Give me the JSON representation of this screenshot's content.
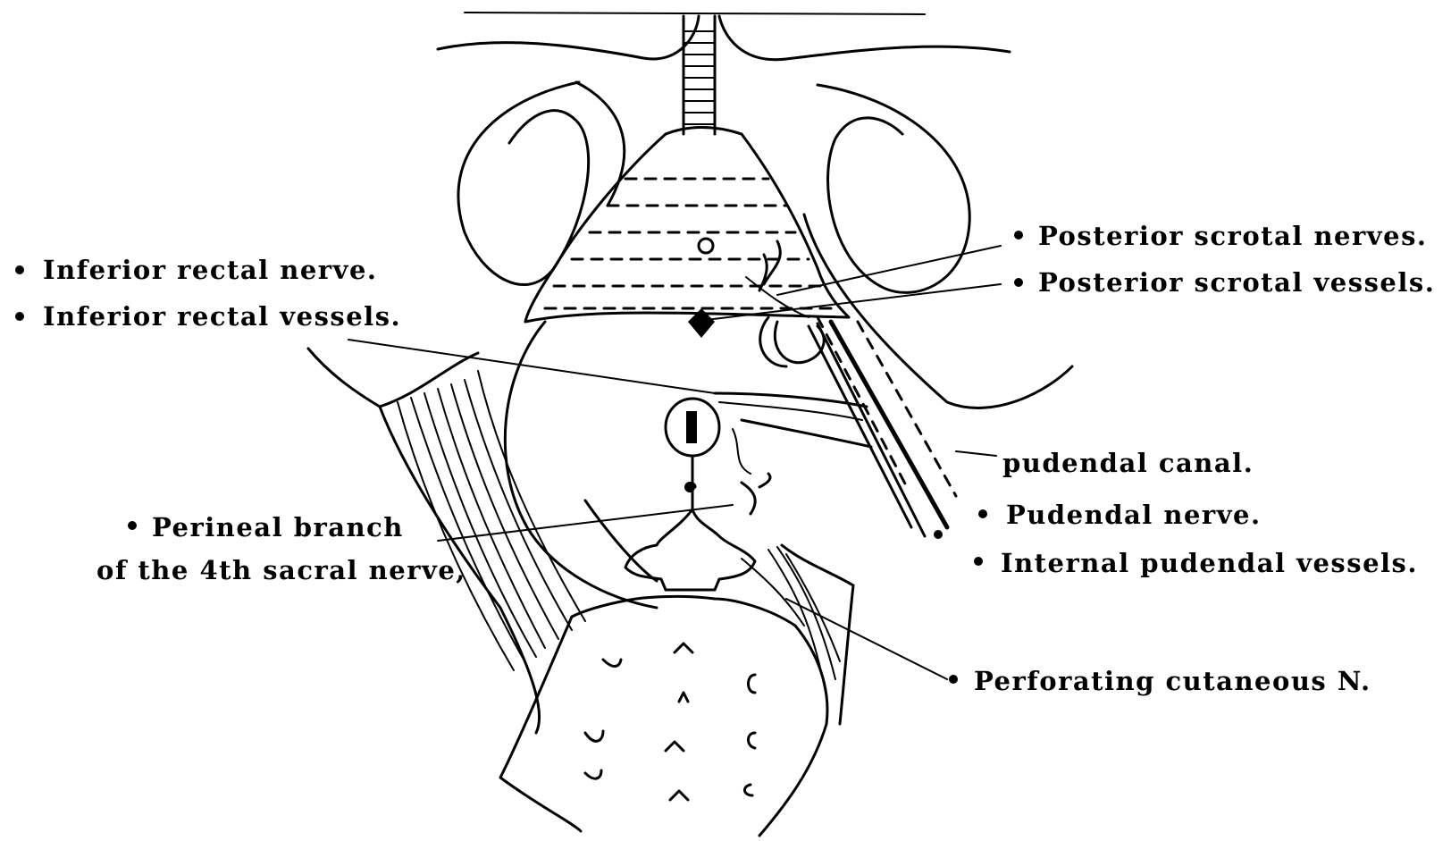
{
  "labels": {
    "inferior_rectal_nerve": "Inferior rectal nerve.",
    "inferior_rectal_vessels": "Inferior rectal vessels.",
    "posterior_scrotal_nerves": "Posterior scrotal nerves.",
    "posterior_scrotal_vessels": "Posterior scrotal vessels.",
    "pudendal_canal": "pudendal canal.",
    "pudendal_nerve": "Pudendal nerve.",
    "internal_pudendal_vessels": "Internal pudendal vessels.",
    "perineal_branch_line1": "Perineal branch",
    "perineal_branch_line2": "of the 4th sacral nerve,",
    "perforating_cutaneous": "Perforating cutaneous N."
  },
  "colors": {
    "ink": "#000000",
    "paper": "#ffffff"
  }
}
